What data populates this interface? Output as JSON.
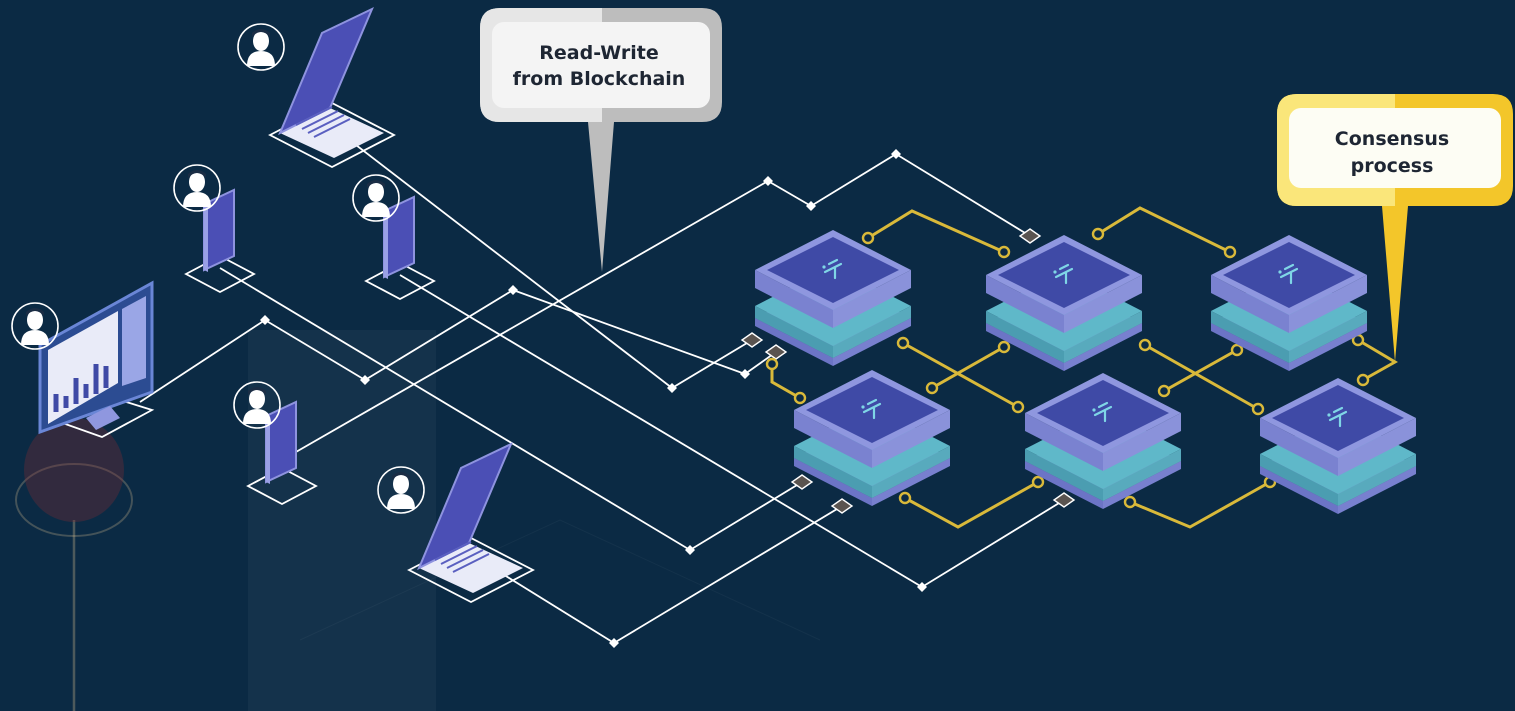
{
  "callouts": {
    "read_write": {
      "line1": "Read-Write",
      "line2": "from Blockchain"
    },
    "consensus": {
      "line1": "Consensus",
      "line2": "process"
    }
  },
  "colors": {
    "background": "#0b2a44",
    "network_line": "#ffffff",
    "consensus_line": "#d9b93a",
    "node_top": "#3f4aa6",
    "node_side": "#8f97df",
    "node_mid": "#5fb8c9",
    "node_icon": "#7fd6e6",
    "device_screen": "#4b4fb5",
    "callout_left_fill": "#f2f2f2",
    "callout_right_fill": "#f9d733"
  },
  "icons": {
    "node": "blockchain-node-icon",
    "user": "user-avatar-icon",
    "laptop": "laptop-icon",
    "phone": "phone-icon",
    "monitor": "monitor-icon"
  }
}
